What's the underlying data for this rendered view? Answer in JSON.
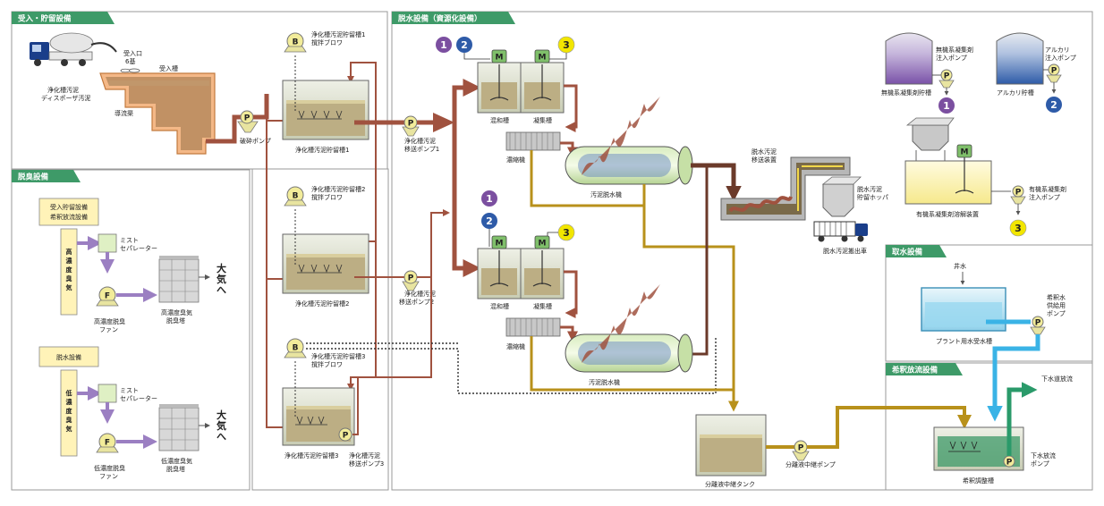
{
  "sections": {
    "receiving": "受入・貯留設備",
    "deodor": "脱臭設備",
    "dewater": "脱水設備（資源化設備）",
    "intake": "取水設備",
    "dilution": "希釈放流設備"
  },
  "receiving": {
    "inlet": "受入口",
    "inlet_count": "6基",
    "tank": "受入槽",
    "source1": "浄化槽汚泥",
    "source2": "ディスポーザ汚泥",
    "guide": "導流渠",
    "crush_pump": "破砕ポンプ"
  },
  "storage": [
    {
      "blower1": "浄化槽汚泥貯留槽1",
      "blower2": "撹拌ブロワ",
      "tank": "浄化槽汚泥貯留槽1",
      "pump1": "浄化槽汚泥",
      "pump2": "移送ポンプ1"
    },
    {
      "blower1": "浄化槽汚泥貯留槽2",
      "blower2": "撹拌ブロワ",
      "tank": "浄化槽汚泥貯留槽2",
      "pump1": "浄化槽汚泥",
      "pump2": "移送ポンプ2"
    },
    {
      "blower1": "浄化槽汚泥貯留槽3",
      "blower2": "撹拌ブロワ",
      "tank": "浄化槽汚泥貯留槽3",
      "pump1": "浄化槽汚泥",
      "pump2": "移送ポンプ3"
    }
  ],
  "icons": {
    "blower": "B",
    "pump": "P",
    "motor": "M",
    "fan": "F"
  },
  "pins": {
    "one": "1",
    "two": "2",
    "three": "3"
  },
  "deodor": {
    "box1_l1": "受入貯留設備",
    "box1_l2": "希釈放流設備",
    "high_gas": [
      "高",
      "濃",
      "度",
      "臭",
      "気"
    ],
    "mist": "ミスト",
    "separator": "セパレーター",
    "high_fan_1": "高濃度脱臭",
    "high_fan_2": "ファン",
    "high_tower_1": "高濃度臭気",
    "high_tower_2": "脱臭塔",
    "to_air_1": "大",
    "to_air_2": "気",
    "to_air_3": "へ",
    "box2": "脱水設備",
    "low_gas": [
      "低",
      "濃",
      "度",
      "臭",
      "気"
    ],
    "low_fan_1": "低濃度脱臭",
    "low_fan_2": "ファン",
    "low_tower_1": "低濃度臭気",
    "low_tower_2": "脱臭塔"
  },
  "dewater": {
    "mix_tank": "混和槽",
    "floc_tank": "凝集槽",
    "thickener": "濃縮機",
    "dewaterer": "汚泥脱水機",
    "conveyor_1": "脱水汚泥",
    "conveyor_2": "移送装置",
    "hopper_1": "脱水汚泥",
    "hopper_2": "貯留ホッパ",
    "truck": "脱水汚泥搬出車",
    "separation_tank": "分離液中継タンク",
    "separation_pump": "分離液中継ポンプ"
  },
  "chemicals": {
    "inorganic_tank": "無機系凝集剤貯槽",
    "inorganic_pump_1": "無機系凝集剤",
    "inorganic_pump_2": "注入ポンプ",
    "alkali_tank": "アルカリ貯槽",
    "alkali_pump_1": "アルカリ",
    "alkali_pump_2": "注入ポンプ",
    "organic_pump_1": "有機系凝集剤",
    "organic_pump_2": "注入ポンプ",
    "organic_dissolver": "有機系凝集剤溶解装置"
  },
  "intake": {
    "well": "井水",
    "tank": "プラント用水受水槽",
    "pump_1": "希釈水",
    "pump_2": "供給用",
    "pump_3": "ポンプ"
  },
  "dilution": {
    "sewer": "下水道放流",
    "pump_1": "下水放流",
    "pump_2": "ポンプ",
    "tank": "希釈調整槽"
  },
  "colors": {
    "section_green": "#3e9a68",
    "sludge": "#a0523f",
    "filtrate": "#b8911b",
    "cake": "#6b3a2a",
    "water": "#3ab3e6",
    "discharge": "#2a9a6a",
    "purple": "#7b4fa0",
    "blue": "#2e5ba8",
    "yellow": "#f2e600",
    "deodor_purple": "#9b7fc2"
  }
}
